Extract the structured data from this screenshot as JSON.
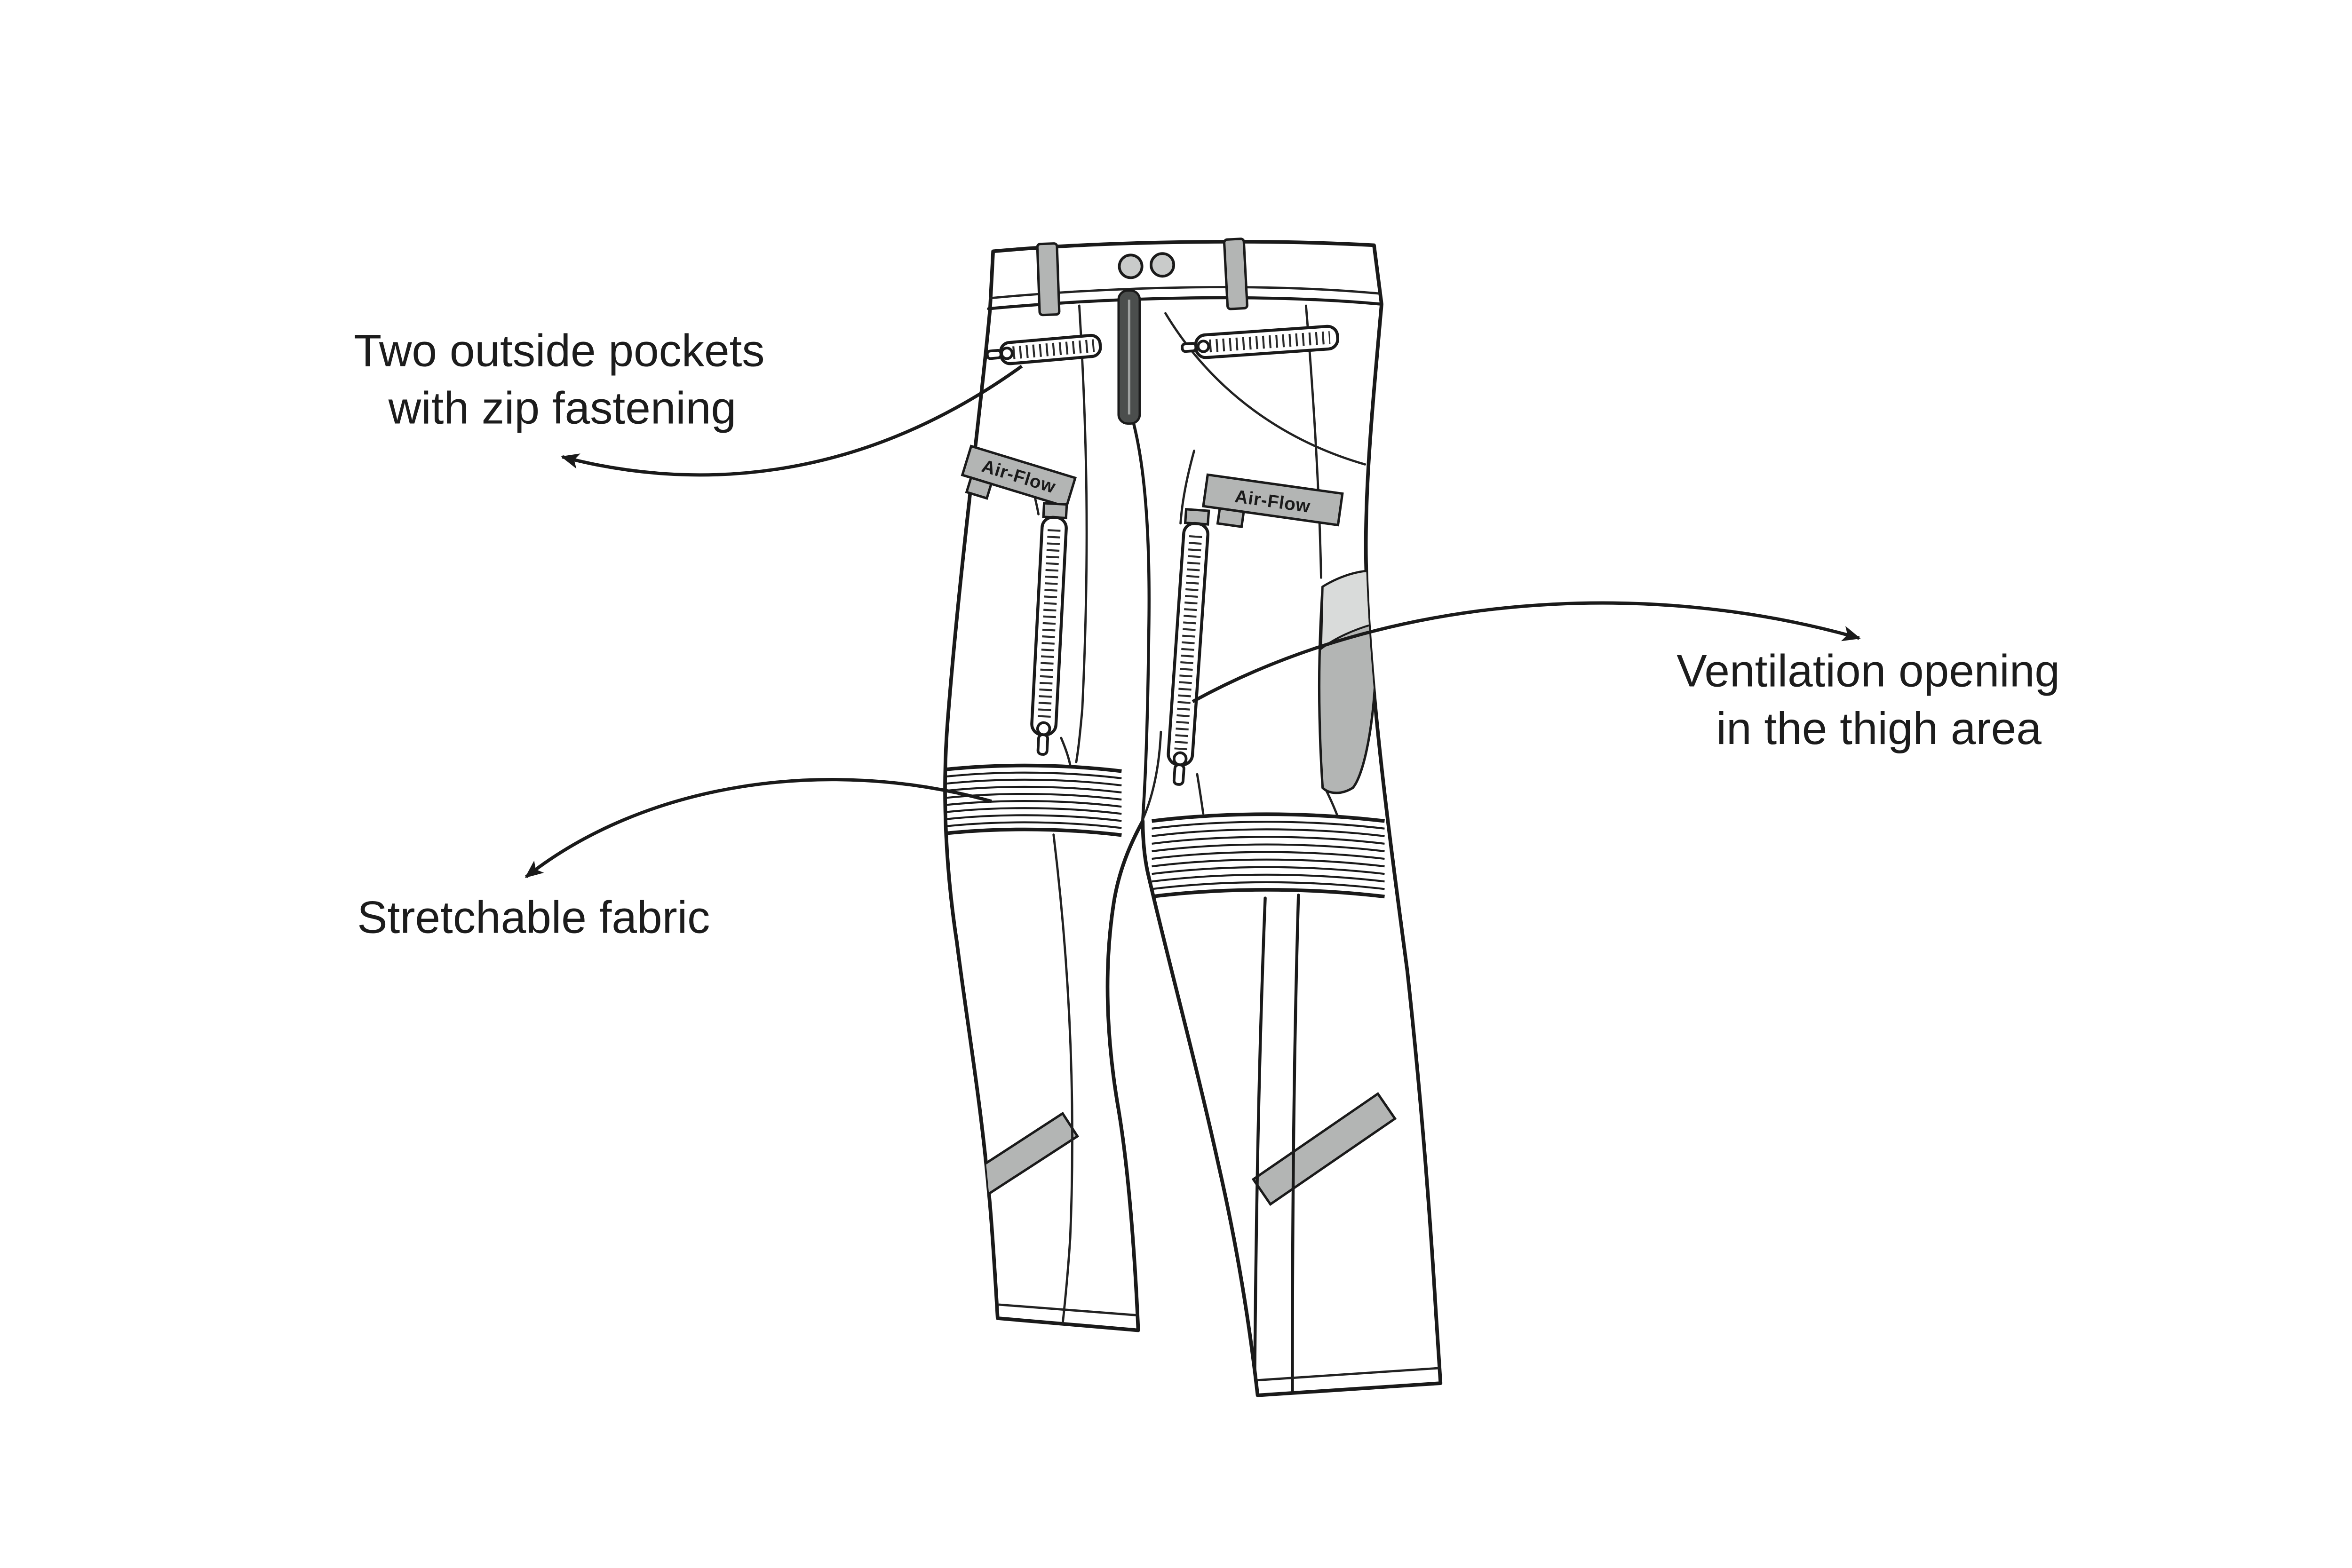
{
  "annotations": {
    "pockets": {
      "line1": "Two outside pockets",
      "line2": "with zip fastening"
    },
    "ventilation": {
      "line1": "Ventilation opening",
      "line2": "in the thigh area"
    },
    "stretch": {
      "line1": "Stretchable fabric"
    }
  },
  "garment": {
    "airflow_left": "Air-Flow",
    "airflow_right": "Air-Flow"
  },
  "colors": {
    "line": "#1a1a1a",
    "gray_panel": "#b3b5b4",
    "light_panel": "#d9dbda",
    "zipper_dark": "#4b4e4d",
    "background": "#ffffff"
  }
}
